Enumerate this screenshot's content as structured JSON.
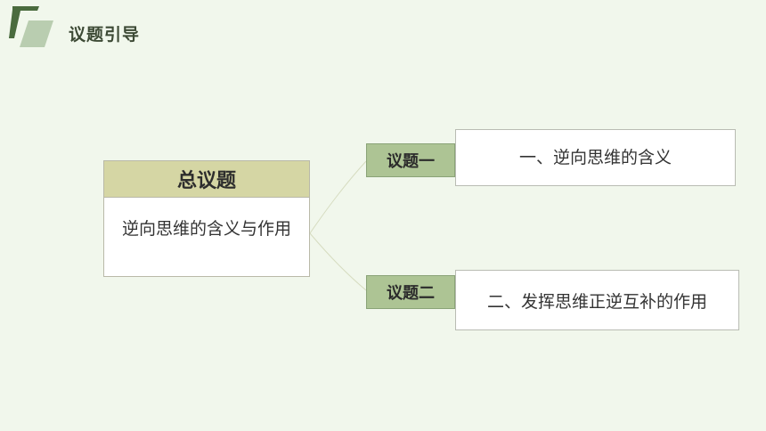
{
  "header": {
    "title": "议题引导"
  },
  "main_topic": {
    "heading": "总议题",
    "text": "逆向思维的含义与作用"
  },
  "sub_topics": [
    {
      "tag": "议题一",
      "text": "一、逆向思维的含义"
    },
    {
      "tag": "议题二",
      "text": "二、发挥思维正逆互补的作用"
    }
  ],
  "colors": {
    "background": "#f1f7ec",
    "logo_dark": "#4a6b3e",
    "logo_light": "#b9cdb0",
    "heading_fill": "#d5d6a4",
    "tag_fill": "#adc494",
    "connector": "#d6dcc0"
  }
}
